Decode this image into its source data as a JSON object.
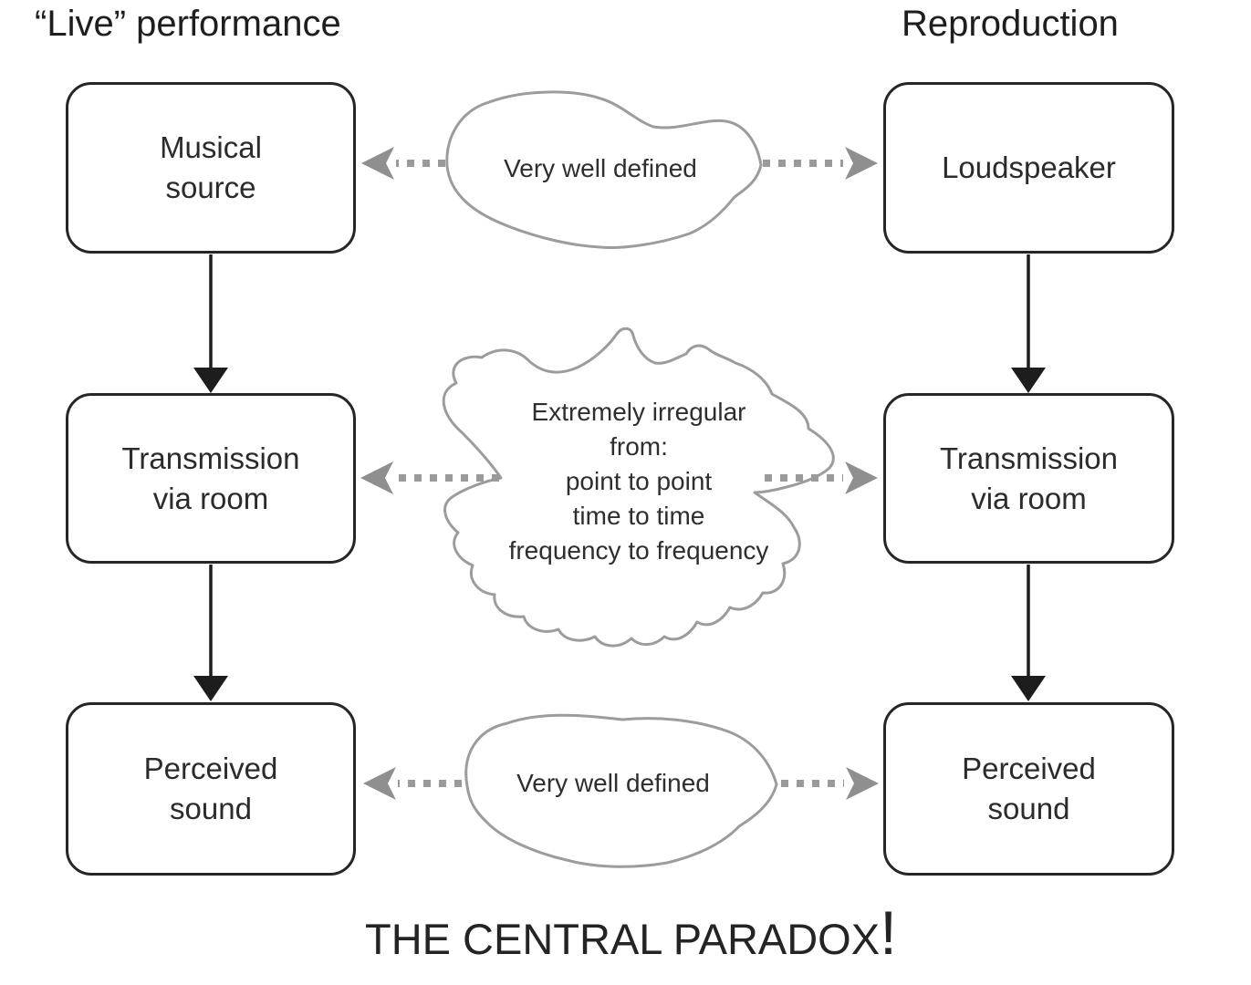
{
  "left_column": {
    "heading": "“Live” performance",
    "box1": {
      "line1": "Musical",
      "line2": "source"
    },
    "box2": {
      "line1": "Transmission",
      "line2": "via room"
    },
    "box3": {
      "line1": "Perceived",
      "line2": "sound"
    }
  },
  "right_column": {
    "heading": "Reproduction",
    "box1": {
      "line1": "Loudspeaker"
    },
    "box2": {
      "line1": "Transmission",
      "line2": "via room"
    },
    "box3": {
      "line1": "Perceived",
      "line2": "sound"
    }
  },
  "annotations": {
    "top_blob": {
      "text": "Very well defined"
    },
    "middle_blob": {
      "line1": "Extremely irregular",
      "line2": "from:",
      "line3": "point to point",
      "line4": "time to time",
      "line5": "frequency to frequency"
    },
    "bottom_blob": {
      "text": "Very well defined"
    }
  },
  "footer": {
    "title": "THE CENTRAL PARADOX",
    "exclamation": "!"
  },
  "colors": {
    "box-border": "#262626",
    "ink": "#2b2b2b",
    "blob-stroke": "#9c9c9c",
    "dotted": "#9a9a9a",
    "dart": "#8f8f8f",
    "arrow": "#1d1d1d",
    "bg": "#ffffff"
  }
}
